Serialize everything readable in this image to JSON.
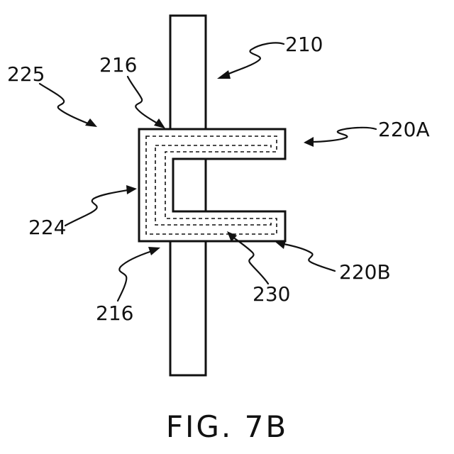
{
  "figure": {
    "title": "FIG. 7B",
    "labels": {
      "ref_210": "210",
      "ref_225": "225",
      "ref_216_top": "216",
      "ref_220A": "220A",
      "ref_224": "224",
      "ref_216_bottom": "216",
      "ref_230": "230",
      "ref_220B": "220B"
    }
  }
}
